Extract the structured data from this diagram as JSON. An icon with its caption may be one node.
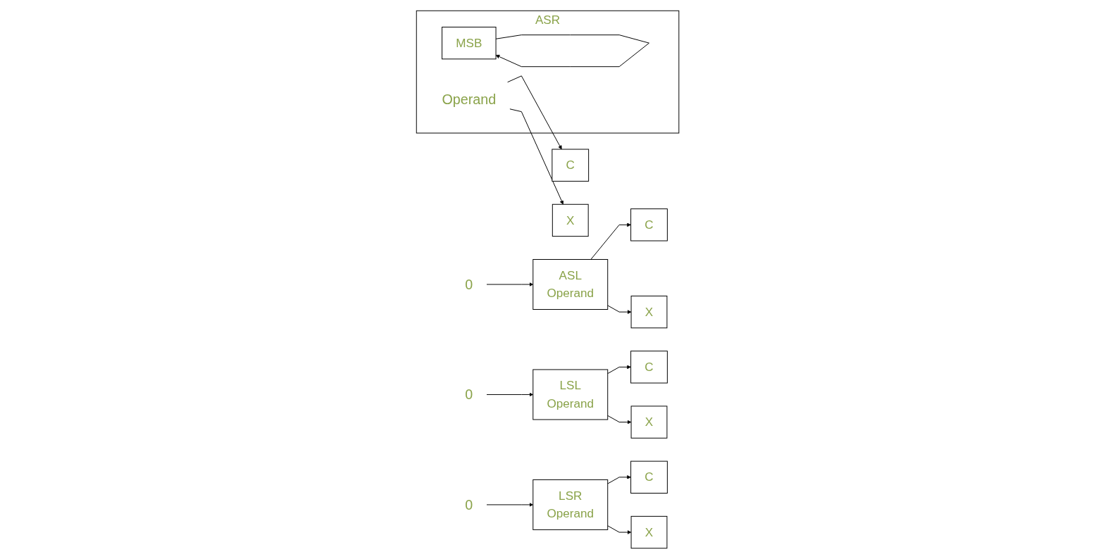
{
  "diagram": {
    "nodes": [
      {
        "text": [
          "C"
        ]
      },
      {
        "text": [
          "X"
        ]
      },
      {
        "text": [
          "ASL",
          "Operand"
        ]
      },
      {
        "text": [
          "0"
        ]
      },
      {
        "text": [
          "ASR"
        ]
      },
      {
        "text": [
          "MSB"
        ],
        "in": 4
      },
      {
        "text": [
          "Operand"
        ],
        "in": 4
      },
      {
        "text": [
          "C"
        ]
      },
      {
        "text": [
          "X"
        ]
      },
      {
        "text": [
          "C"
        ]
      },
      {
        "text": [
          "X"
        ]
      },
      {
        "text": [
          "LSL",
          "Operand"
        ]
      },
      {
        "text": [
          "0"
        ]
      },
      {
        "text": [
          "0"
        ]
      },
      {
        "text": [
          "LSR",
          "Operand"
        ]
      },
      {
        "text": [
          "C"
        ]
      },
      {
        "text": [
          "X"
        ]
      }
    ],
    "edges": [
      {
        "from": 3,
        "to": 2,
        "arrow": "to"
      },
      {
        "from": 2,
        "to": 0,
        "arrow": "to"
      },
      {
        "from": 2,
        "to": 1,
        "arrow": "to"
      },
      {
        "from": 5,
        "to": 5,
        "arrow": "to"
      },
      {
        "from": 6,
        "to": 7,
        "arrow": "to"
      },
      {
        "from": 6,
        "to": 8,
        "arrow": "to"
      },
      {
        "from": 12,
        "to": 11,
        "arrow": "to"
      },
      {
        "from": 11,
        "to": 9,
        "arrow": "to"
      },
      {
        "from": 11,
        "to": 10,
        "arrow": "to"
      },
      {
        "from": 13,
        "to": 14,
        "arrow": "to"
      },
      {
        "from": 14,
        "to": 15,
        "arrow": "to"
      },
      {
        "from": 14,
        "to": 16,
        "arrow": "to"
      }
    ]
  }
}
